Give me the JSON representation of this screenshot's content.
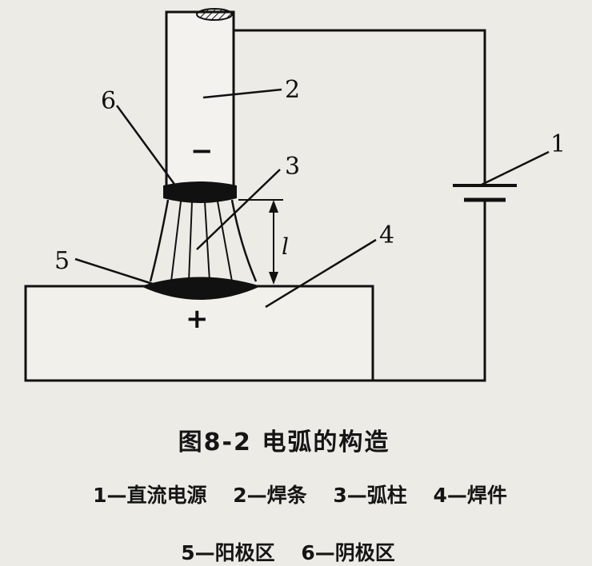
{
  "figure": {
    "title": "图8-2  电弧的构造",
    "polarity_negative": "−",
    "polarity_positive": "+",
    "arc_length_symbol": "l",
    "callouts": [
      "1",
      "2",
      "3",
      "4",
      "5",
      "6"
    ]
  },
  "legend": {
    "row1": [
      "1—直流电源",
      "2—焊条",
      "3—弧柱",
      "4—焊件"
    ],
    "row2": [
      "5—阳极区",
      "6—阴极区"
    ]
  }
}
